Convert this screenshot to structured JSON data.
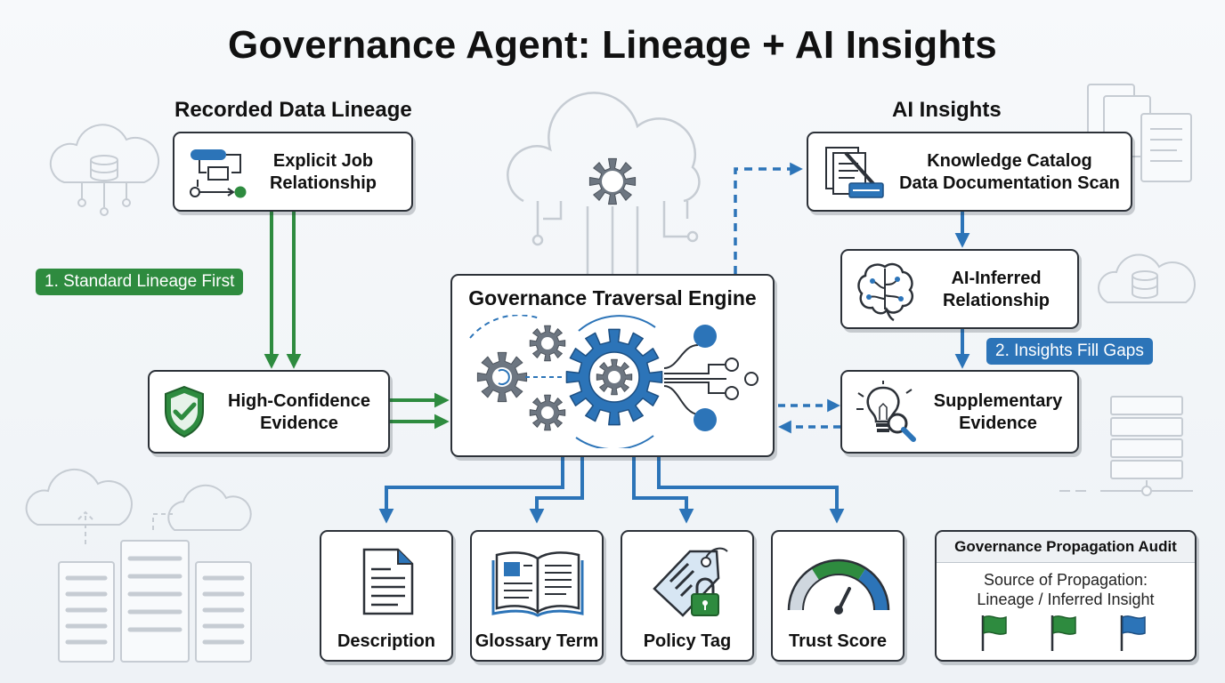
{
  "title": "Governance Agent: Lineage + AI Insights",
  "sections": {
    "recorded": "Recorded Data Lineage",
    "ai": "AI Insights"
  },
  "nodes": {
    "explicit_job": {
      "line1": "Explicit Job",
      "line2": "Relationship"
    },
    "high_confidence": {
      "line1": "High-Confidence",
      "line2": "Evidence"
    },
    "engine": {
      "title": "Governance Traversal Engine"
    },
    "knowledge_catalog": {
      "line1": "Knowledge Catalog",
      "line2": "Data Documentation Scan"
    },
    "ai_inferred": {
      "line1": "AI-Inferred",
      "line2": "Relationship"
    },
    "supplementary": {
      "line1": "Supplementary",
      "line2": "Evidence"
    }
  },
  "steps": {
    "standard_first": "1. Standard Lineage First",
    "fill_gaps": "2. Insights Fill Gaps"
  },
  "outputs": [
    {
      "label": "Description",
      "icon": "document-icon"
    },
    {
      "label": "Glossary Term",
      "icon": "open-book-icon"
    },
    {
      "label": "Policy Tag",
      "icon": "tag-lock-icon"
    },
    {
      "label": "Trust Score",
      "icon": "gauge-icon"
    }
  ],
  "audit": {
    "title": "Governance Propagation Audit",
    "line1": "Source of Propagation:",
    "line2": "Lineage / Inferred Insight",
    "flags": [
      "green",
      "green",
      "blue"
    ]
  },
  "colors": {
    "green": "#2e8b3f",
    "blue": "#2c74b8",
    "dark": "#2c3138",
    "gear_gray": "#6d7681",
    "faint": "#c6ccd3"
  }
}
